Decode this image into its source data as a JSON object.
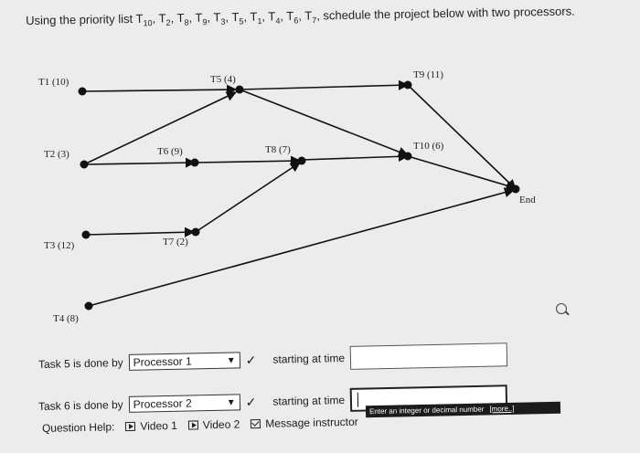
{
  "prompt": {
    "prefix": "Using the priority list ",
    "priority": [
      "10",
      "2",
      "8",
      "9",
      "3",
      "5",
      "1",
      "4",
      "6",
      "7"
    ],
    "suffix": " schedule the project below with two processors."
  },
  "graph": {
    "labels": {
      "t1": "T1 (10)",
      "t5": "T5 (4)",
      "t9": "T9 (11)",
      "t2": "T2 (3)",
      "t6": "T6 (9)",
      "t8": "T8 (7)",
      "t10": "T10 (6)",
      "end": "End",
      "t3": "T3 (12)",
      "t7": "T7 (2)",
      "t4": "T4 (8)"
    }
  },
  "task5": {
    "label": "Task 5 is done by",
    "processor": "Processor 1",
    "check": "✓",
    "starting_label": "starting at time",
    "value": ""
  },
  "task6": {
    "label": "Task 6 is done by",
    "processor": "Processor 2",
    "check": "✓",
    "starting_label": "starting at time",
    "value": ""
  },
  "hint": {
    "text": "Enter an integer or decimal number",
    "more": "[more..]"
  },
  "help": {
    "label": "Question Help:",
    "video1": "Video 1",
    "video2": "Video 2",
    "message": "Message instructor"
  }
}
